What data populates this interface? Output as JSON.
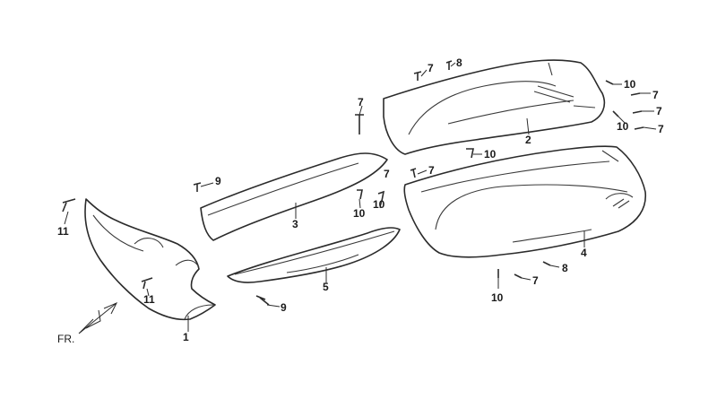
{
  "labels": {
    "p1": "1",
    "p2": "2",
    "p3": "3",
    "p4": "4",
    "p5": "5",
    "p7a": "7",
    "p7b": "7",
    "p7c": "7",
    "p7d": "7",
    "p7e": "7",
    "p7f": "7",
    "p7g": "7",
    "p7h": "7",
    "p8a": "8",
    "p8b": "8",
    "p9a": "9",
    "p9b": "9",
    "p10a": "10",
    "p10b": "10",
    "p10c": "10",
    "p10d": "10",
    "p10e": "10",
    "p10f": "10",
    "p11a": "11",
    "p11b": "11"
  },
  "direction": {
    "front": "FR."
  }
}
